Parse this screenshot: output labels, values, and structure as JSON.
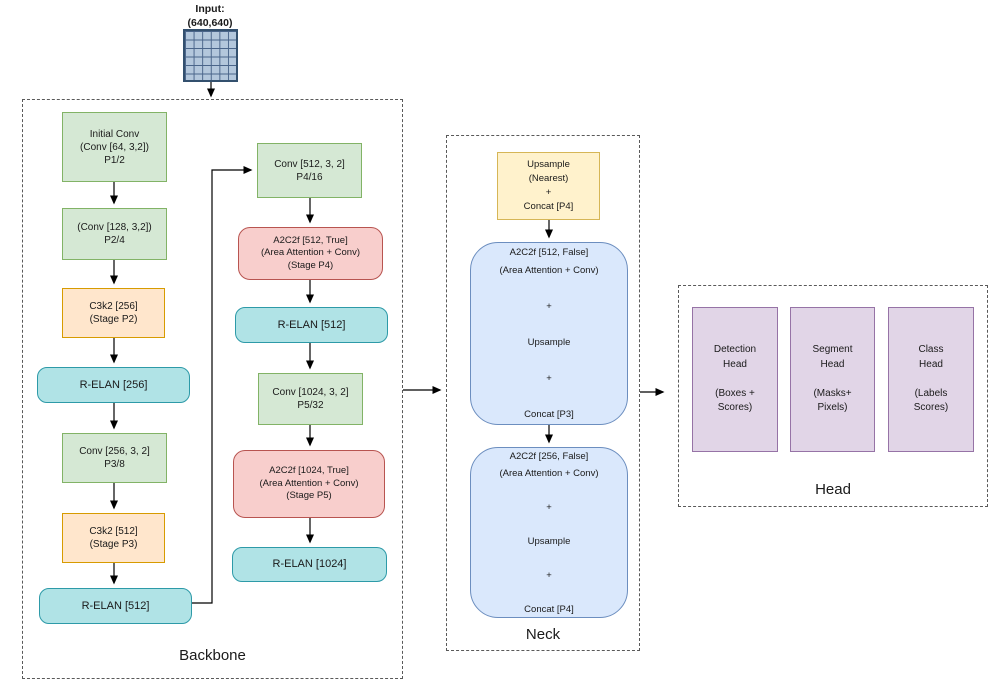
{
  "palette": {
    "green": {
      "fill": "#d5e8d4",
      "stroke": "#82b366"
    },
    "orange": {
      "fill": "#ffe6cc",
      "stroke": "#d79b00"
    },
    "teal": {
      "fill": "#b0e3e6",
      "stroke": "#2d9aa8"
    },
    "red": {
      "fill": "#f8cecc",
      "stroke": "#b85450"
    },
    "yellow": {
      "fill": "#fff2cc",
      "stroke": "#d6b656"
    },
    "blue": {
      "fill": "#dae8fc",
      "stroke": "#6c8ebf"
    },
    "purple": {
      "fill": "#e1d5e7",
      "stroke": "#9673a6"
    }
  },
  "input": {
    "label": "Input:\n(640,640)"
  },
  "backbone": {
    "label": "Backbone",
    "nodes": {
      "initial_conv": {
        "label": "Initial Conv\n(Conv [64, 3,2])\nP1/2"
      },
      "conv_128": {
        "label": "(Conv [128, 3,2])\nP2/4"
      },
      "c3k2_256": {
        "label": "C3k2 [256]\n(Stage P2)"
      },
      "r_elan_256": {
        "label": "R-ELAN [256]"
      },
      "conv_256": {
        "label": "Conv [256, 3, 2]\nP3/8"
      },
      "c3k2_512": {
        "label": "C3k2 [512]\n(Stage P3)"
      },
      "r_elan_512_a": {
        "label": "R-ELAN [512]"
      },
      "conv_512": {
        "label": "Conv [512, 3, 2]\nP4/16"
      },
      "a2c2f_512": {
        "label": "A2C2f [512, True]\n(Area Attention + Conv)\n(Stage P4)"
      },
      "r_elan_512_b": {
        "label": "R-ELAN [512]"
      },
      "conv_1024": {
        "label": "Conv [1024, 3, 2]\nP5/32"
      },
      "a2c2f_1024": {
        "label": "A2C2f [1024, True]\n(Area Attention + Conv)\n(Stage P5)"
      },
      "r_elan_1024": {
        "label": "R-ELAN [1024]"
      }
    }
  },
  "neck": {
    "label": "Neck",
    "nodes": {
      "upsample_concat": {
        "label": "Upsample\n(Nearest)\n+\nConcat [P4]"
      },
      "a2c2f_512_false": {
        "label": "A2C2f [512, False]\n(Area Attention + Conv)\n\n+\n\nUpsample\n\n+\n\nConcat [P3]"
      },
      "a2c2f_256_false": {
        "label": "A2C2f [256, False]\n(Area Attention + Conv)\n\n+\n\nUpsample\n\n+\n\nConcat [P4]"
      }
    }
  },
  "head": {
    "label": "Head",
    "nodes": {
      "detection": {
        "label": "Detection\nHead\n\n(Boxes +\nScores)"
      },
      "segment": {
        "label": "Segment\nHead\n\n(Masks+\nPixels)"
      },
      "class": {
        "label": "Class\nHead\n\n(Labels\nScores)"
      }
    }
  }
}
